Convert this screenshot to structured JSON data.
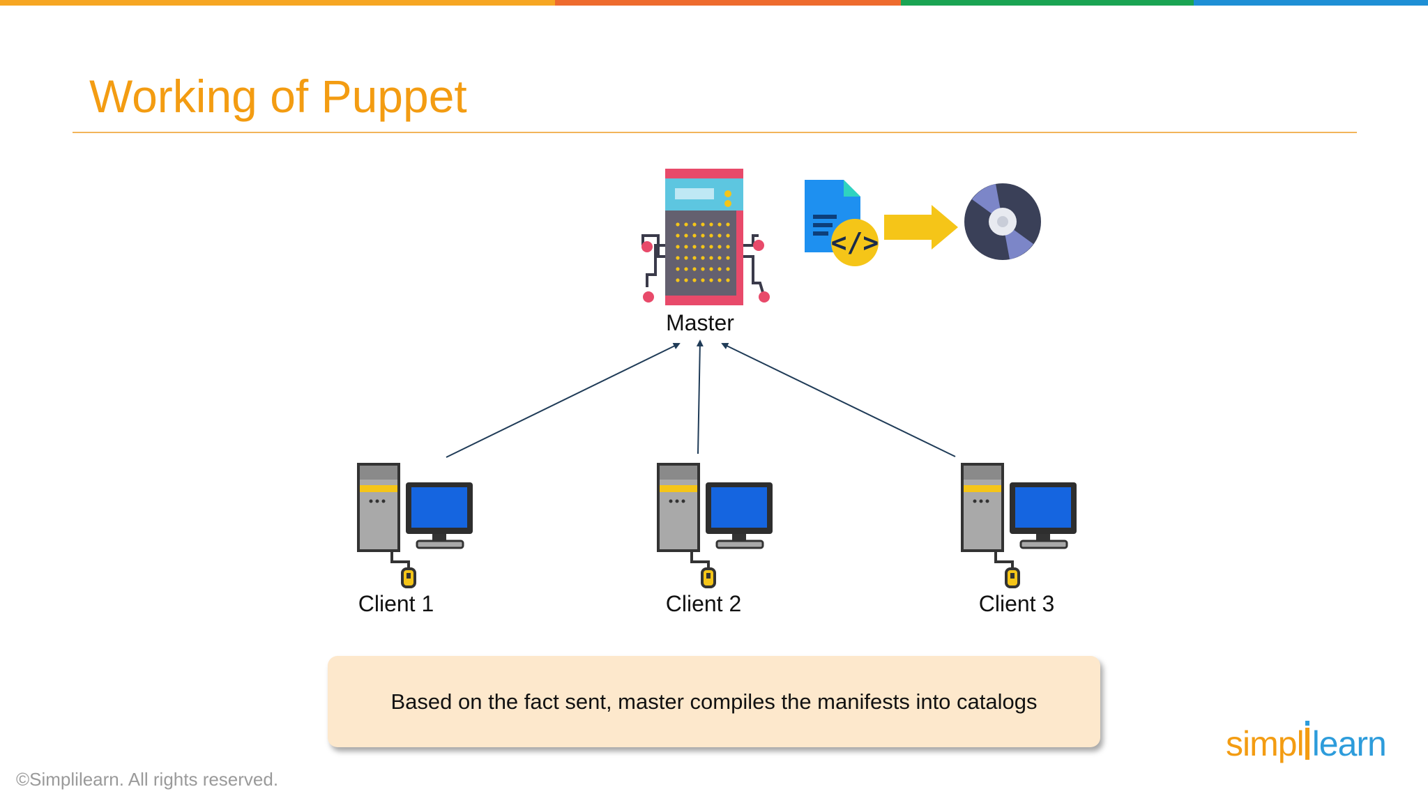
{
  "top_bar_colors": [
    "#f6a623",
    "#ee6b2e",
    "#1aa453",
    "#1e8fd5"
  ],
  "slide": {
    "title": "Working of Puppet"
  },
  "diagram": {
    "master_label": "Master",
    "clients": [
      {
        "label": "Client 1"
      },
      {
        "label": "Client 2"
      },
      {
        "label": "Client 3"
      }
    ],
    "icons": {
      "master": "server-icon",
      "manifest": "code-file-icon",
      "flow": "arrow-right-icon",
      "catalog": "disc-icon",
      "client": "desktop-computer-icon"
    }
  },
  "callout": {
    "text": "Based on the fact sent, master compiles the manifests into catalogs"
  },
  "footer": {
    "copyright": "©Simplilearn. All rights reserved.",
    "logo_left": "simpl",
    "logo_right": "learn"
  },
  "colors": {
    "title": "#f39c12",
    "arrow": "#1f3b57",
    "callout_bg": "#fde8cc"
  }
}
